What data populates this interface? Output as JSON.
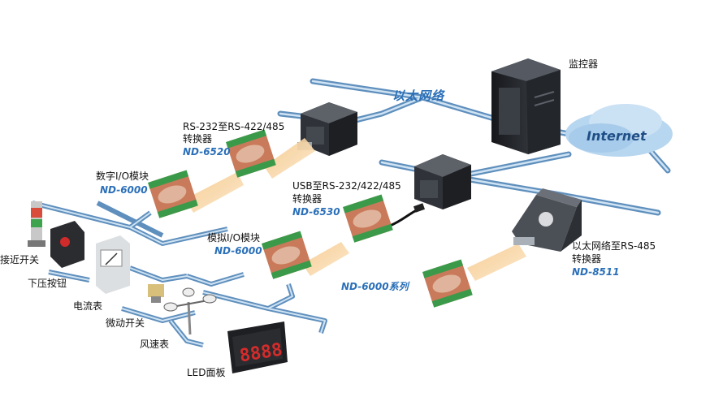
{
  "network": {
    "ethernet_label": "以太网络",
    "internet_label": "Internet"
  },
  "devices": {
    "monitor": {
      "label": "监控器"
    },
    "converter_6520": {
      "line1": "RS-232至RS-422/485",
      "line2": "转换器",
      "model": "ND-6520"
    },
    "digital_io": {
      "line1": "数字I/O模块",
      "model": "ND-6000"
    },
    "usb_converter": {
      "line1": "USB至RS-232/422/485",
      "line2": "转换器",
      "model": "ND-6530"
    },
    "analog_io": {
      "line1": "模拟I/O模块",
      "model": "ND-6000"
    },
    "series_label": "ND-6000系列",
    "ethernet_converter": {
      "line1": "以太网络至RS-485",
      "line2": "转换器",
      "model": "ND-8511"
    }
  },
  "field_devices": {
    "proximity_switch": "接近开关",
    "push_button": "下压按钮",
    "ammeter": "电流表",
    "micro_switch": "微动开关",
    "anemometer": "风速表",
    "led_panel": "LED面板"
  },
  "colors": {
    "cable": "#6f9ec9",
    "cable_light": "#cfe3f3",
    "model_text": "#2a6fb8",
    "module_body": "#c97a5a",
    "module_green": "#3a9a4a",
    "serial_beam": "#f1b974",
    "server": "#2a2d33",
    "cloud": "#b7d6ef"
  }
}
